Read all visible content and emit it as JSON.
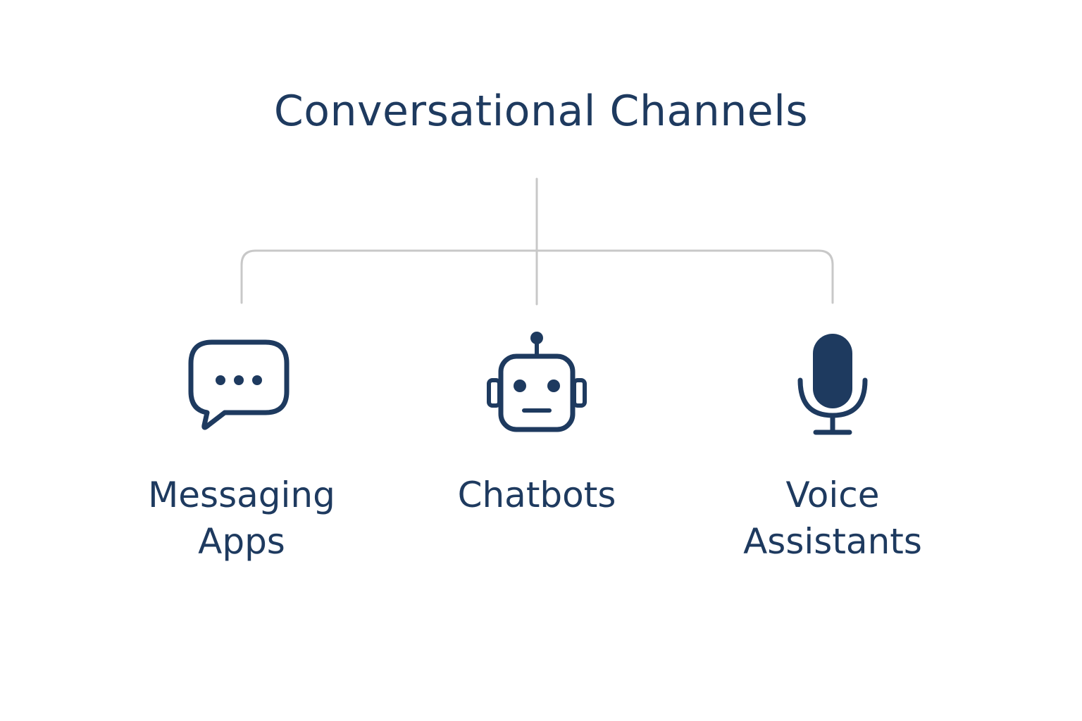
{
  "diagram": {
    "title": "Conversational Channels",
    "nodes": [
      {
        "id": "messaging",
        "label": "Messaging\nApps",
        "icon": "chat-bubble-icon"
      },
      {
        "id": "chatbots",
        "label": "Chatbots",
        "icon": "robot-icon"
      },
      {
        "id": "voice",
        "label": "Voice\nAssistants",
        "icon": "microphone-icon"
      }
    ],
    "colors": {
      "text": "#1e3a5f",
      "connector": "#c8c8c8",
      "icon": "#1e3a5f"
    }
  }
}
